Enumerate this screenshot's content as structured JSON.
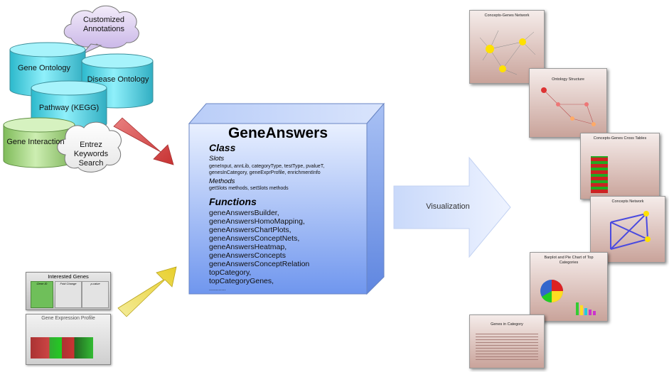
{
  "sources": {
    "customized_annotations": "Customized\nAnnotations",
    "gene_ontology": "Gene Ontology",
    "disease_ontology": "Disease Ontology",
    "pathway": "Pathway (KEGG)",
    "gene_interaction": "Gene Interaction",
    "entrez_search": "Entrez\nKeywords\nSearch"
  },
  "interested_genes": {
    "title": "Interested Genes",
    "headers": [
      "Gene ID",
      "Fold Change",
      "p-value"
    ],
    "expression_title": "Gene Expression Profile"
  },
  "box": {
    "title": "GeneAnswers",
    "class_heading": "Class",
    "slots_heading": "Slots",
    "slots_text": "geneInput, annLib, categoryType, testType, pvalueT, genesInCategory, geneExprProfile, enrichmentInfo",
    "methods_heading": "Methods",
    "methods_text": "getSlots methods, setSlots methods",
    "functions_heading": "Functions",
    "functions": [
      "geneAnswersBuilder,",
      "geneAnswersHomoMapping,",
      "geneAnswersChartPlots,",
      "geneAnswersConceptNets,",
      "geneAnswersHeatmap,",
      "geneAnswersConcepts",
      "geneAnswersConceptRelation",
      "topCategory,",
      "topCategoryGenes,",
      "............"
    ]
  },
  "visualization_label": "Visualization",
  "panels": [
    "Concepts-Genes Network",
    "Ontology Structure",
    "Concepts-Genes Cross Tables",
    "Concepts Network",
    "Barplot and Pie Chart of Top Categories",
    "Genes in Category"
  ],
  "colors": {
    "cylinder_cyan": "#4fd6e6",
    "cylinder_green": "#9fd27c",
    "box_blue": "#8fb2f2",
    "red_arrow": "#d94a4a",
    "yellow_arrow": "#f2e04a"
  }
}
